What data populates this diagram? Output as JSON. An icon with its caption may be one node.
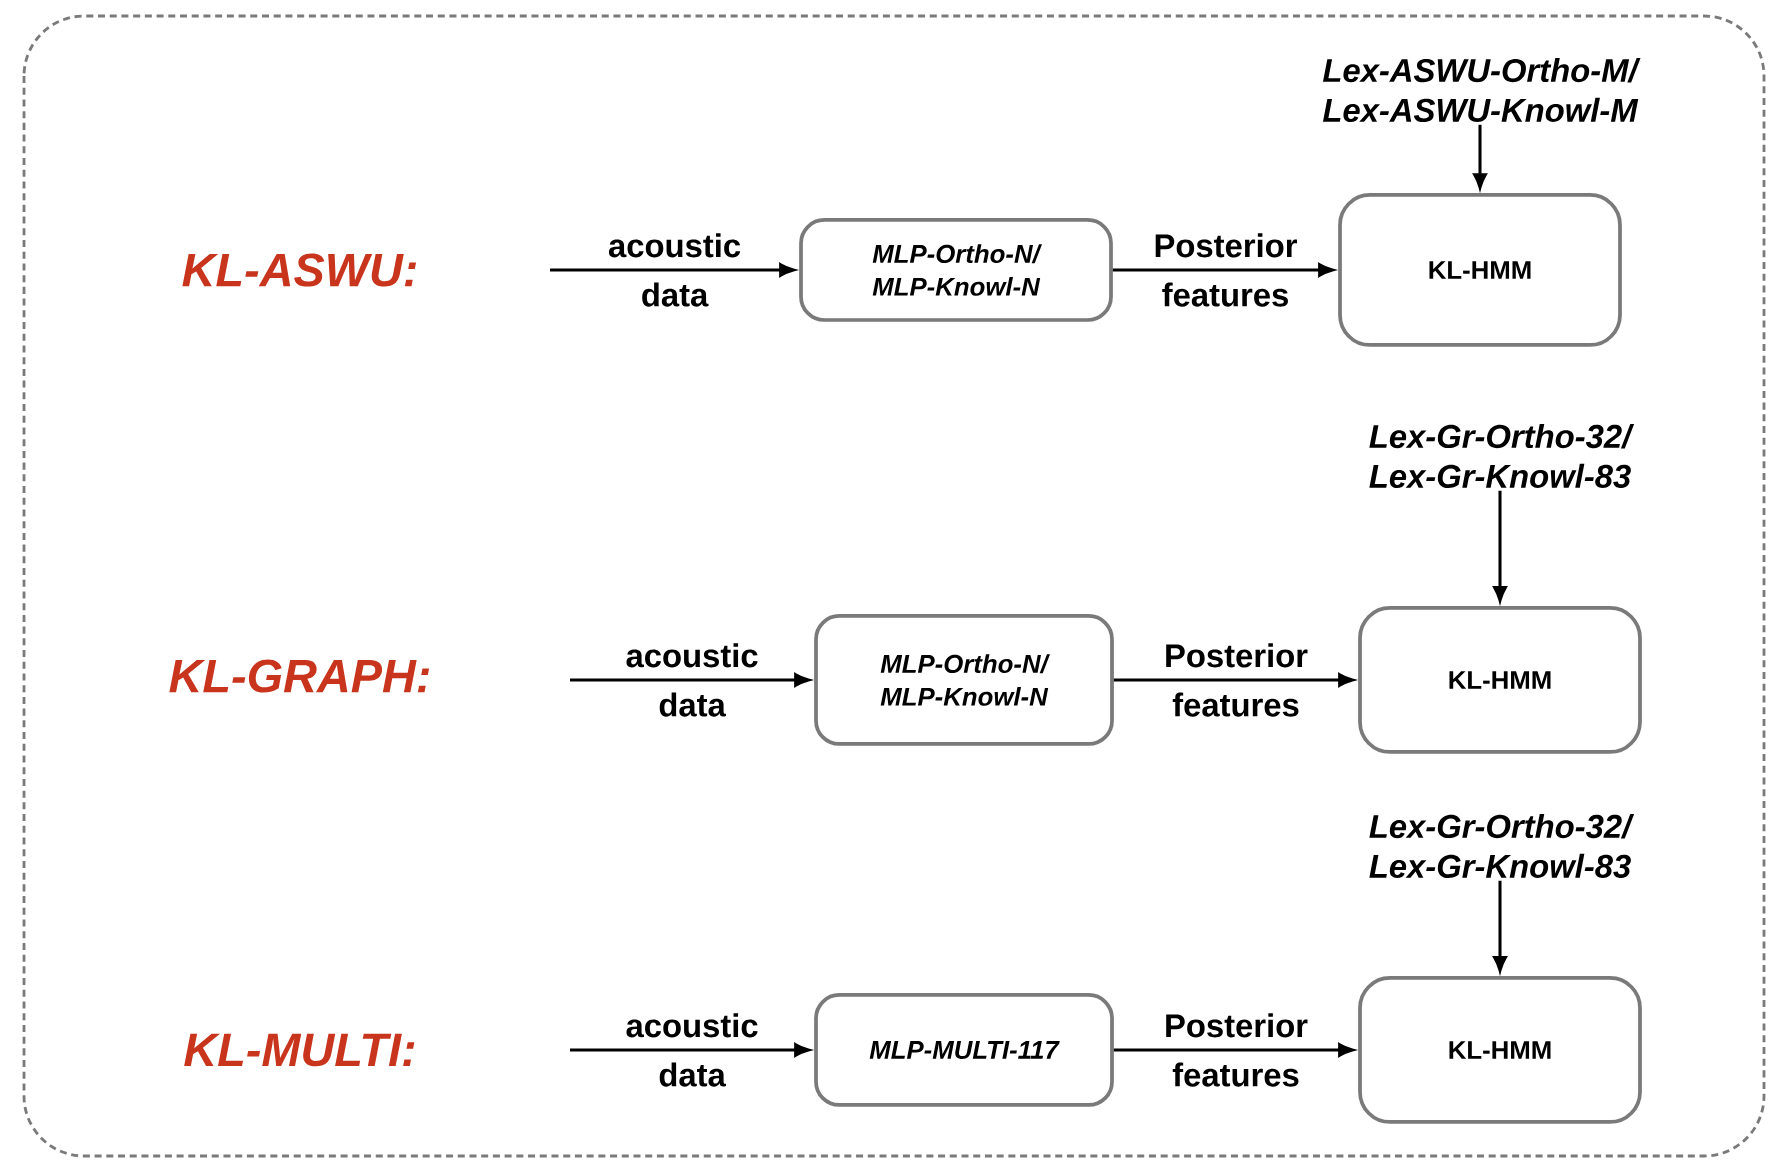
{
  "diagram": {
    "nodes": [
      {
        "text": [
          "Lex-ASWU-Ortho-M/ Lex-ASWU-Knowl-M"
        ]
      },
      {
        "text": [
          "MLP-Ortho-N/ MLP-Knowl-N"
        ]
      },
      {
        "text": [
          "KL-HMM"
        ]
      },
      {
        "text": [
          "Lex-Gr-Ortho-32/ Lex-Gr-Knowl-83"
        ]
      },
      {
        "text": [
          "MLP-Ortho-N/ MLP-Knowl-N"
        ]
      },
      {
        "text": [
          "KL-HMM"
        ]
      },
      {
        "text": [
          "Lex-Gr-Ortho-32/ Lex-Gr-Knowl-83"
        ]
      },
      {
        "text": [
          "MLP-MULTI-117"
        ]
      },
      {
        "text": [
          "KL-HMM"
        ]
      }
    ],
    "edges": [
      {
        "from": null,
        "to": 1,
        "arrow": "to",
        "label": "acoustic data"
      },
      {
        "from": 1,
        "to": 2,
        "arrow": "to",
        "label": "Posterior features"
      },
      {
        "from": 0,
        "to": 2,
        "arrow": "to"
      },
      {
        "from": null,
        "to": 4,
        "arrow": "to",
        "label": "acoustic data"
      },
      {
        "from": 4,
        "to": 5,
        "arrow": "to",
        "label": "Posterior features"
      },
      {
        "from": 3,
        "to": 5,
        "arrow": "to"
      },
      {
        "from": null,
        "to": 7,
        "arrow": "to",
        "label": "acoustic data"
      },
      {
        "from": 7,
        "to": 8,
        "arrow": "to",
        "label": "Posterior features"
      },
      {
        "from": 6,
        "to": 8,
        "arrow": "to"
      }
    ],
    "labels": [
      "KL-ASWU:",
      "KL-GRAPH:",
      "KL-MULTI:"
    ]
  }
}
